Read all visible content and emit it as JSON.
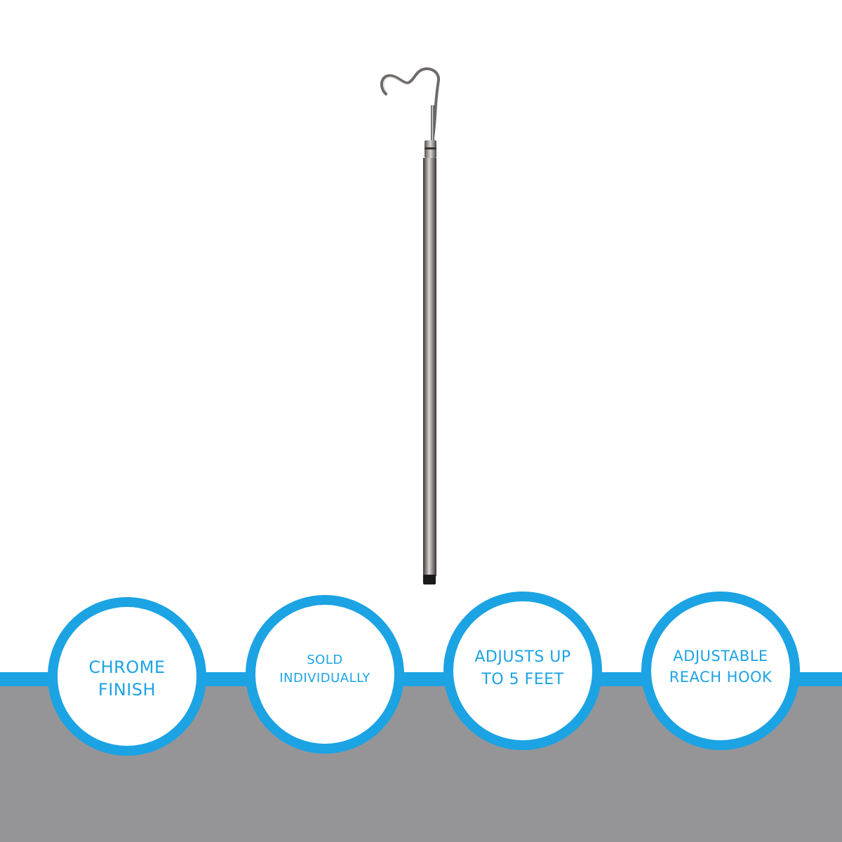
{
  "colors": {
    "accent_blue": "#1ca3e3",
    "gray_band": "#959598",
    "background": "#ffffff",
    "chrome_dark": "#3a3535",
    "chrome_light": "#d9d6d4",
    "rubber_tip": "#1a1a1a"
  },
  "product": {
    "icon": "reach-hook-pole"
  },
  "badges": [
    {
      "label": "CHROME\nFINISH"
    },
    {
      "label": "SOLD\nINDIVIDUALLY"
    },
    {
      "label": "ADJUSTS UP\nTO 5 FEET"
    },
    {
      "label": "ADJUSTABLE\nREACH HOOK"
    }
  ]
}
